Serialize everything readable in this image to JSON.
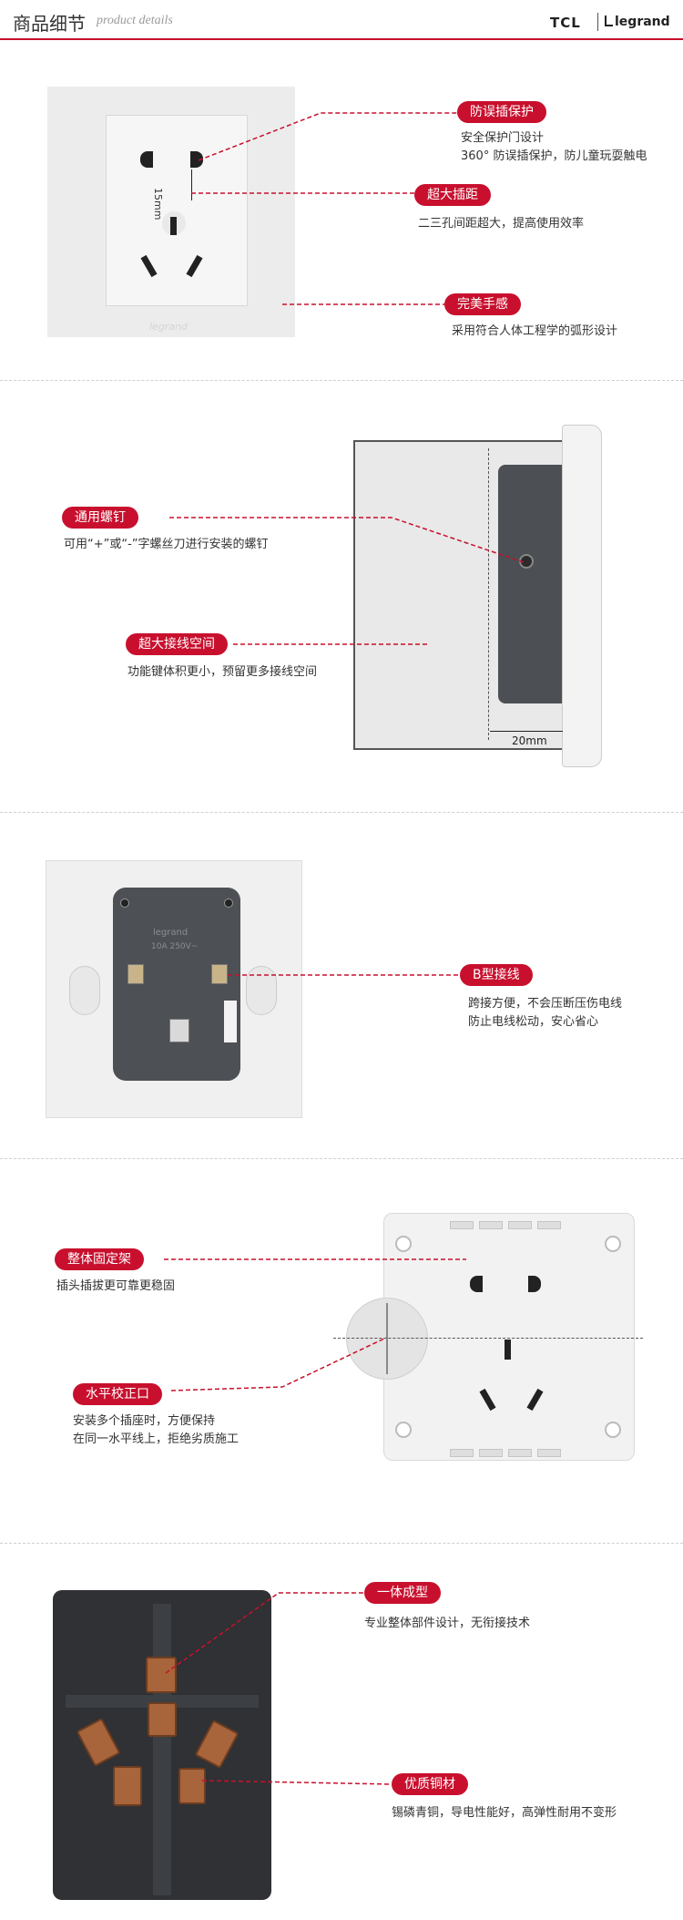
{
  "header": {
    "title_cn": "商品细节",
    "title_en": "product details",
    "brand_tcl": "TCL",
    "brand_legrand": "legrand"
  },
  "colors": {
    "accent": "#c8102e"
  },
  "section1": {
    "dimension_label": "15mm",
    "plate_logo": "legrand",
    "callouts": [
      {
        "tag": "防误插保护",
        "lines": [
          "安全保护门设计",
          "360° 防误插保护，防儿童玩耍触电"
        ]
      },
      {
        "tag": "超大插距",
        "lines": [
          "二三孔间距超大，提高使用效率"
        ]
      },
      {
        "tag": "完美手感",
        "lines": [
          "采用符合人体工程学的弧形设计"
        ]
      }
    ]
  },
  "section2": {
    "dimension_label": "20mm",
    "callouts": [
      {
        "tag": "通用螺钉",
        "lines": [
          "可用“+”或“-”字螺丝刀进行安装的螺钉"
        ]
      },
      {
        "tag": "超大接线空间",
        "lines": [
          "功能键体积更小，预留更多接线空间"
        ]
      }
    ]
  },
  "section3": {
    "body_brand": "legrand",
    "body_rating": "10A 250V~",
    "callouts": [
      {
        "tag": "B型接线",
        "lines": [
          "跨接方便，不会压断压伤电线",
          "防止电线松动，安心省心"
        ]
      }
    ]
  },
  "section4": {
    "callouts": [
      {
        "tag": "整体固定架",
        "lines": [
          "插头插拔更可靠更稳固"
        ]
      },
      {
        "tag": "水平校正口",
        "lines": [
          "安装多个插座时，方便保持",
          "在同一水平线上，拒绝劣质施工"
        ]
      }
    ]
  },
  "section5": {
    "callouts": [
      {
        "tag": "一体成型",
        "lines": [
          "专业整体部件设计，无衔接技术"
        ]
      },
      {
        "tag": "优质铜材",
        "lines": [
          "锡磷青铜，导电性能好，高弹性耐用不变形"
        ]
      }
    ]
  }
}
